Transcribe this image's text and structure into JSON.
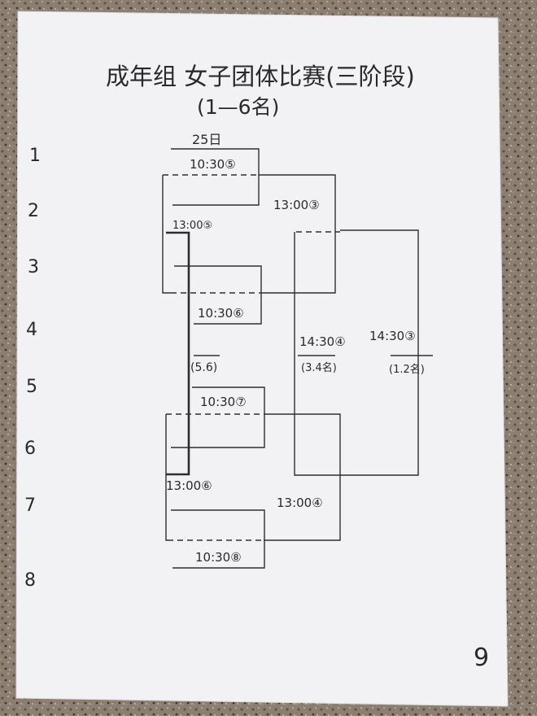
{
  "sheet": {
    "title": "成年组 女子团体比赛(三阶段)",
    "subtitle": "(1—6名)",
    "date": "25日",
    "page_number": "9"
  },
  "seeds": [
    "1",
    "2",
    "3",
    "4",
    "5",
    "6",
    "7",
    "8"
  ],
  "matches": {
    "m1": "10:30⑤",
    "m2": "10:30⑥",
    "m3": "10:30⑦",
    "m4": "10:30⑧",
    "semi_top": "13:00③",
    "semi_bottom": "13:00④",
    "consol_top": "13:00⑤",
    "consol_bottom": "13:00⑥",
    "consol_label": "(5.6)",
    "third_place": "14:30④",
    "third_label": "(3.4名)",
    "final": "14:30③",
    "final_label": "(1.2名)"
  },
  "colors": {
    "paper": "#f3f3f6",
    "ink": "#2e2e2e",
    "granite": "#8a7d70"
  }
}
